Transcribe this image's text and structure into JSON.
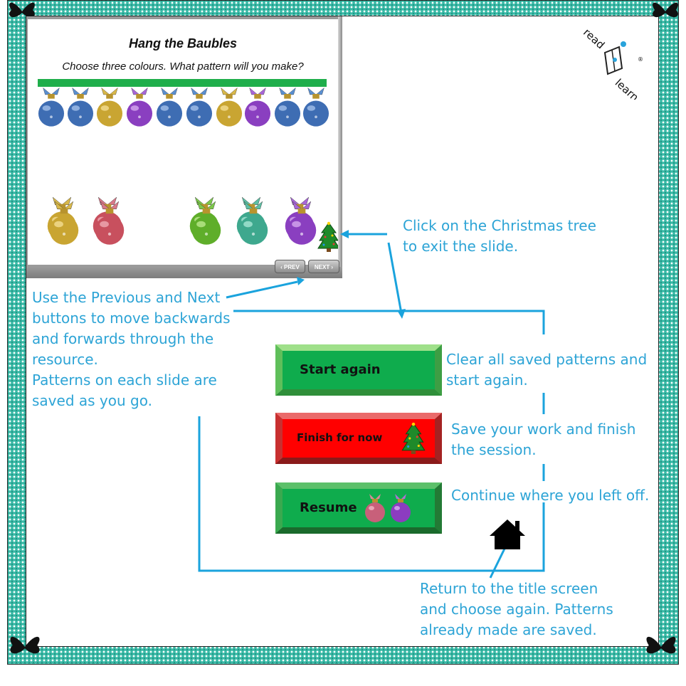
{
  "slide": {
    "title": "Hang the Baubles",
    "subtitle": "Choose three colours. What pattern will you make?",
    "prev_label": "‹ PREV",
    "next_label": "NEXT ›",
    "hung_baubles": [
      "blue",
      "blue",
      "gold",
      "purple",
      "blue",
      "blue",
      "gold",
      "purple",
      "blue",
      "blue"
    ],
    "bauble_stacks": [
      "gold",
      "red",
      "green",
      "teal",
      "purple"
    ]
  },
  "logo": {
    "text": "readlearn",
    "registered": "®"
  },
  "callouts": {
    "tree_line1": "Click on the Christmas tree",
    "tree_line2": "to exit the slide.",
    "nav_lines": [
      "Use the Previous and Next",
      "buttons to move backwards",
      "and forwards through the",
      "resource.",
      "Patterns on each slide are",
      "saved as you go."
    ],
    "start_lines": [
      "Clear all saved  patterns and",
      "start again."
    ],
    "finish_lines": [
      "Save your work and finish",
      "the session."
    ],
    "resume_line": "Continue where you left off.",
    "home_lines": [
      "Return to the title screen",
      "and choose again. Patterns",
      "already made are saved."
    ]
  },
  "buttons": {
    "start": "Start again",
    "finish": "Finish for now",
    "resume": "Resume"
  },
  "colors": {
    "frame": "#39b9a6",
    "callout_text": "#2da4d6",
    "line": "#1aa3dd",
    "button_green": "#0fac4d",
    "button_red": "#ff0000"
  }
}
